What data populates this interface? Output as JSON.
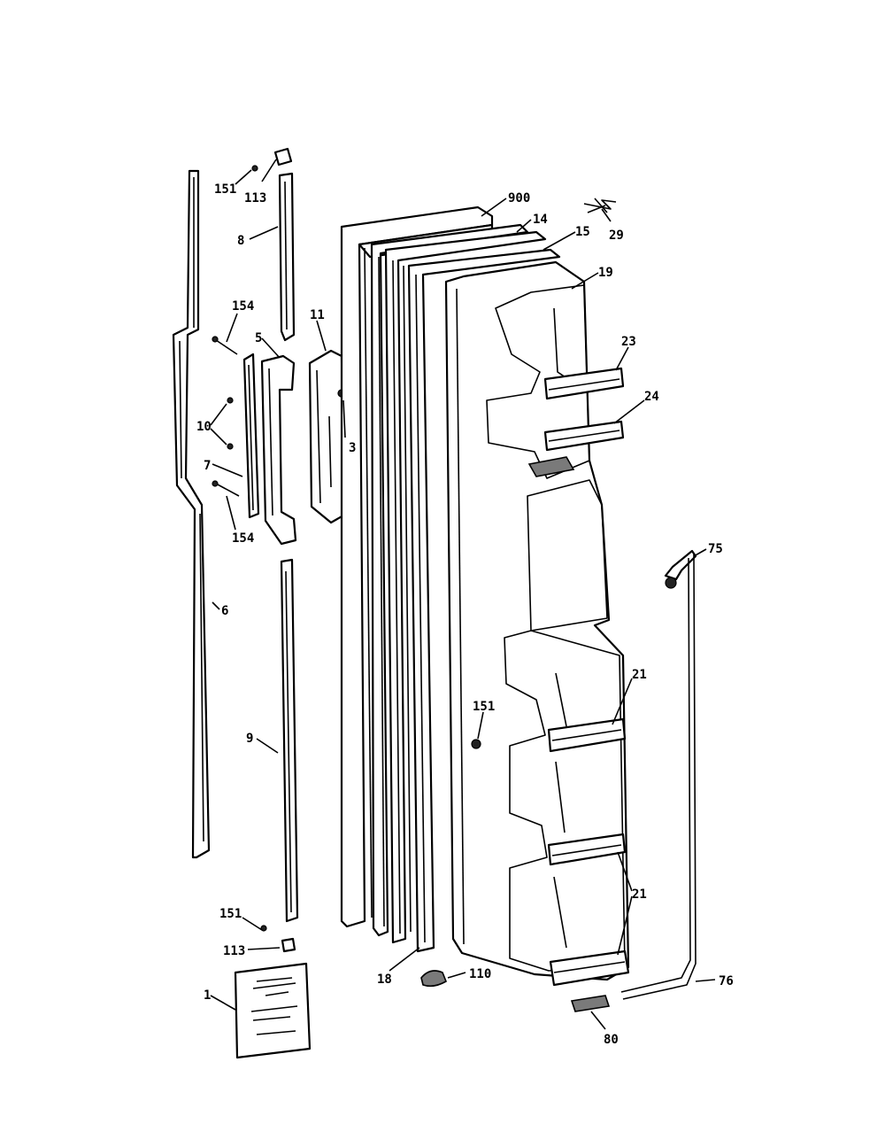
{
  "callouts": {
    "c151a": "151",
    "c113a": "113",
    "c8": "8",
    "c154a": "154",
    "c5": "5",
    "c11": "11",
    "c3": "3",
    "c10": "10",
    "c7": "7",
    "c154b": "154",
    "c6": "6",
    "c9": "9",
    "c151b": "151",
    "c113b": "113",
    "c1": "1",
    "c900": "900",
    "c14": "14",
    "c15": "15",
    "c29": "29",
    "c19": "19",
    "c23": "23",
    "c24": "24",
    "c75": "75",
    "c21a": "21",
    "c151c": "151",
    "c21b": "21",
    "c18": "18",
    "c110": "110",
    "c76": "76",
    "c80": "80"
  }
}
